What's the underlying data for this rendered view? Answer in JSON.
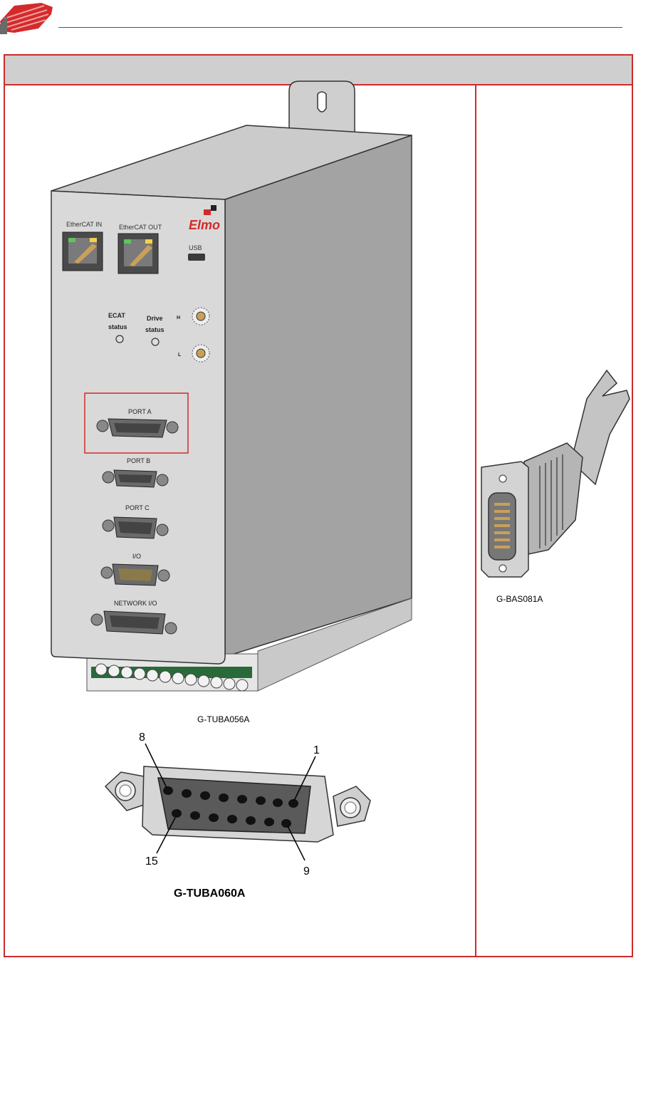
{
  "device": {
    "brand": "Elmo",
    "ports": {
      "ethercat_in": "EtherCAT IN",
      "ethercat_out": "EtherCAT OUT",
      "usb": "USB",
      "port_a": "PORT A",
      "port_b": "PORT B",
      "port_c": "PORT C",
      "io": "I/O",
      "network_io": "NETWORK I/O"
    },
    "leds": {
      "ecat_line1": "ECAT",
      "ecat_line2": "status",
      "drive_line1": "Drive",
      "drive_line2": "status"
    },
    "switches": {
      "high": "H",
      "low": "L"
    },
    "caption": "G-TUBA056A"
  },
  "connector_detail": {
    "pin_8": "8",
    "pin_1": "1",
    "pin_15": "15",
    "pin_9": "9",
    "caption": "G-TUBA060A"
  },
  "cable": {
    "caption": "G-BAS081A"
  },
  "colors": {
    "accent": "#cc2b2b",
    "header_band": "#cfcfcf",
    "case_front": "#d9d9d9",
    "case_side": "#a3a3a3"
  }
}
